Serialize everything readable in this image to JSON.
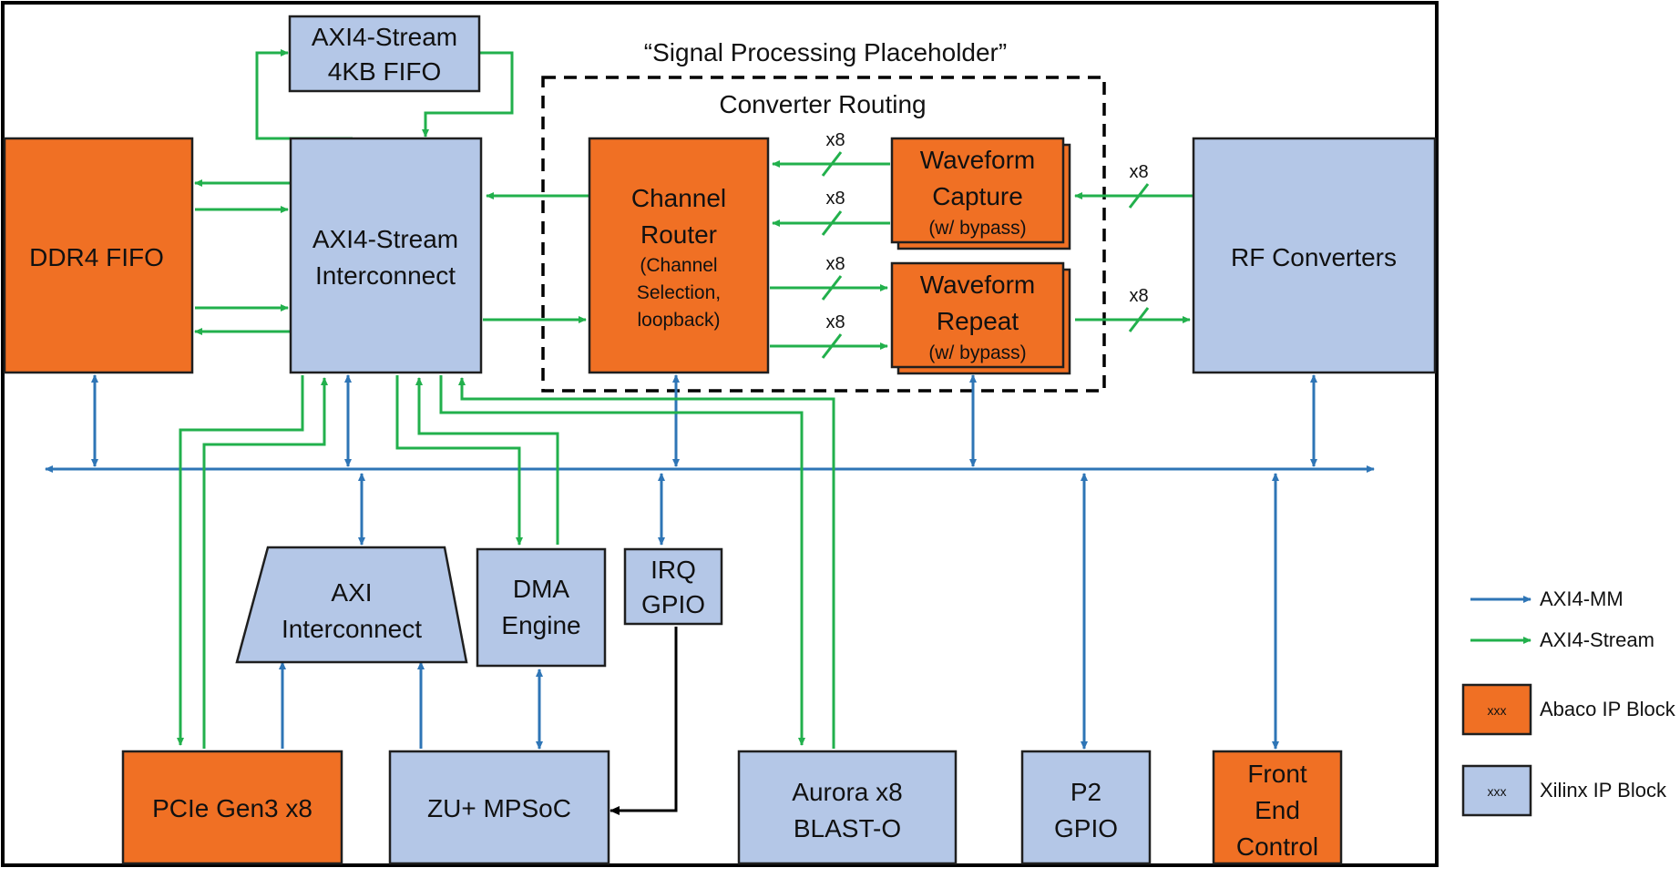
{
  "title": "“Signal Processing Placeholder”",
  "routing_label": "Converter Routing",
  "blocks": {
    "axi_fifo": {
      "l1": "AXI4-Stream",
      "l2": "4KB FIFO"
    },
    "ddr4": {
      "l1": "DDR4 FIFO"
    },
    "interconnect": {
      "l1": "AXI4-Stream",
      "l2": "Interconnect"
    },
    "router": {
      "l1": "Channel",
      "l2": "Router",
      "s1": "(Channel",
      "s2": "Selection,",
      "s3": "loopback)"
    },
    "capture": {
      "l1": "Waveform",
      "l2": "Capture",
      "s1": "(w/ bypass)"
    },
    "repeat": {
      "l1": "Waveform",
      "l2": "Repeat",
      "s1": "(w/ bypass)"
    },
    "rf": {
      "l1": "RF Converters"
    },
    "axi_ic": {
      "l1": "AXI",
      "l2": "Interconnect"
    },
    "dma": {
      "l1": "DMA",
      "l2": "Engine"
    },
    "irq": {
      "l1": "IRQ",
      "l2": "GPIO"
    },
    "pcie": {
      "l1": "PCIe Gen3 x8"
    },
    "mpsoc": {
      "l1": "ZU+ MPSoC"
    },
    "aurora": {
      "l1": "Aurora x8",
      "l2": "BLAST-O"
    },
    "p2": {
      "l1": "P2",
      "l2": "GPIO"
    },
    "fec": {
      "l1": "Front",
      "l2": "End",
      "l3": "Control"
    }
  },
  "bus_labels": [
    "x8",
    "x8",
    "x8",
    "x8",
    "x8",
    "x8"
  ],
  "legend": {
    "mm": "AXI4-MM",
    "stream": "AXI4-Stream",
    "abaco": "Abaco IP Block",
    "xilinx": "Xilinx IP Block",
    "swatch": "xxx"
  },
  "colors": {
    "axi4_mm": "#2e75b6",
    "axi4_stream": "#22b04c",
    "abaco_ip": "#f07024",
    "xilinx_ip": "#b4c7e7"
  }
}
